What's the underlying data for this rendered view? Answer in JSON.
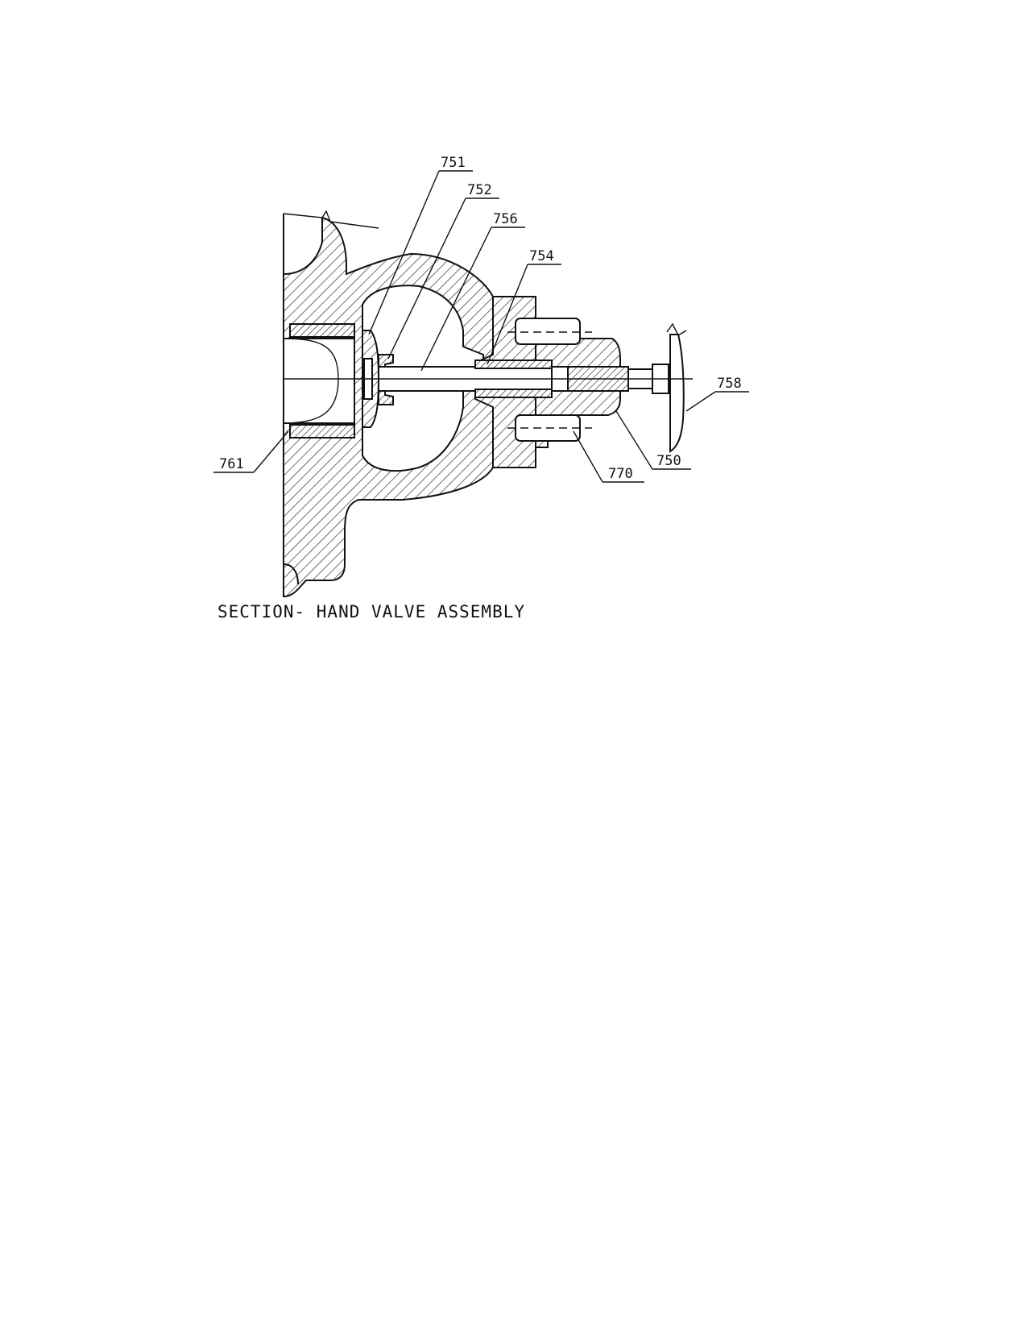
{
  "title": "SECTION- HAND VALVE ASSEMBLY",
  "callouts": [
    {
      "id": "751",
      "label": "751"
    },
    {
      "id": "752",
      "label": "752"
    },
    {
      "id": "756",
      "label": "756"
    },
    {
      "id": "754",
      "label": "754"
    },
    {
      "id": "758",
      "label": "758"
    },
    {
      "id": "761",
      "label": "761"
    },
    {
      "id": "770",
      "label": "770"
    },
    {
      "id": "750",
      "label": "750"
    }
  ]
}
